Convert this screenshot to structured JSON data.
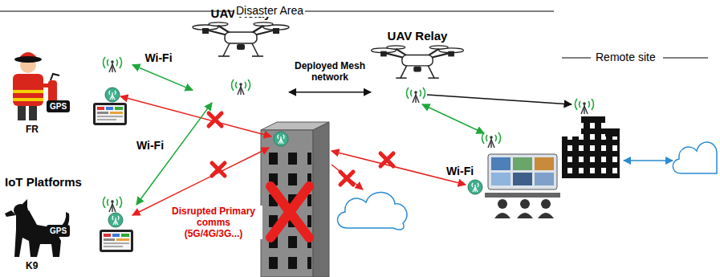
{
  "diagram": {
    "nodes": [
      {
        "text": [
          "FR"
        ]
      },
      {
        "text": [
          "GPS"
        ],
        "in": 0
      },
      {
        "text": [
          "UAV Relay"
        ]
      },
      {
        "text": [
          "UAV Relay"
        ]
      },
      {
        "text": [
          "K9"
        ]
      },
      {
        "text": [
          "GPS"
        ],
        "in": 4
      }
    ],
    "edges": [
      {
        "from": 0,
        "to": 2,
        "arrow": "both",
        "label": "Wi-Fi"
      },
      {
        "from": 4,
        "to": 2,
        "arrow": "both",
        "label": "Wi-Fi"
      },
      {
        "from": 2,
        "to": 3,
        "arrow": "both",
        "label": "Deployed Mesh network"
      }
    ],
    "labels": [
      "Disaster Area",
      "Remote site",
      "IoT Platforms",
      "Wi-Fi",
      "Disrupted Primary comms (5G/4G/3G...)"
    ]
  }
}
